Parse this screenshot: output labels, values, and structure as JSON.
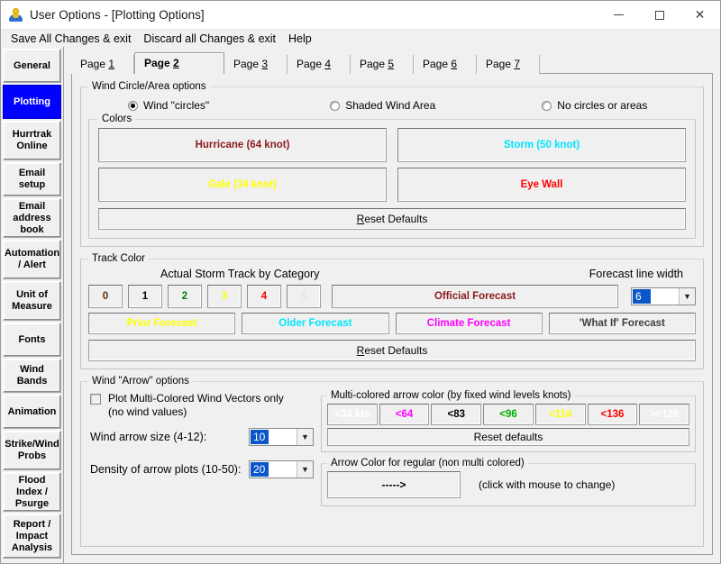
{
  "window": {
    "title": "User Options - [Plotting Options]",
    "icon": "app-icon",
    "minimize": "—",
    "maximize": "☐",
    "close": "✕"
  },
  "menu": {
    "items": [
      {
        "label": "Save All Changes & exit"
      },
      {
        "label": "Discard all Changes & exit"
      },
      {
        "label": "Help"
      }
    ]
  },
  "sidebar": {
    "items": [
      {
        "label": "General",
        "selected": false
      },
      {
        "label": "Plotting",
        "selected": true
      },
      {
        "label": "Hurrtrak Online",
        "selected": false
      },
      {
        "label": "Email setup",
        "selected": false
      },
      {
        "label": "Email address book",
        "selected": false
      },
      {
        "label": "Automation / Alert",
        "selected": false
      },
      {
        "label": "Unit of Measure",
        "selected": false
      },
      {
        "label": "Fonts",
        "selected": false
      },
      {
        "label": "Wind Bands",
        "selected": false
      },
      {
        "label": "Animation",
        "selected": false
      },
      {
        "label": "Strike/Wind Probs",
        "selected": false
      },
      {
        "label": "Flood Index / Psurge",
        "selected": false
      },
      {
        "label": "Report / Impact Analysis",
        "selected": false
      }
    ]
  },
  "tabs": {
    "items": [
      {
        "prefix": "Page ",
        "accel": "1",
        "active": false
      },
      {
        "prefix": "Page ",
        "accel": "2",
        "active": true
      },
      {
        "prefix": "Page ",
        "accel": "3",
        "active": false
      },
      {
        "prefix": "Page ",
        "accel": "4",
        "active": false
      },
      {
        "prefix": "Page ",
        "accel": "5",
        "active": false
      },
      {
        "prefix": "Page ",
        "accel": "6",
        "active": false
      },
      {
        "prefix": "Page ",
        "accel": "7",
        "active": false
      }
    ]
  },
  "wind_circle": {
    "legend": "Wind Circle/Area options",
    "options": [
      {
        "label": "Wind \"circles\"",
        "selected": true
      },
      {
        "label": "Shaded Wind Area",
        "selected": false
      },
      {
        "label": "No circles or areas",
        "selected": false
      }
    ],
    "colors": {
      "legend": "Colors",
      "buttons": [
        {
          "label": "Hurricane (64 knot)",
          "color": "#8b1a1a"
        },
        {
          "label": "Storm (50 knot)",
          "color": "#00e5ff"
        },
        {
          "label": "Gale (34 knot)",
          "color": "#ffff00"
        },
        {
          "label": "Eye Wall",
          "color": "#ff0000"
        }
      ],
      "reset_label": "Reset Defaults",
      "reset_accel": "R"
    }
  },
  "track_color": {
    "legend": "Track Color",
    "category_heading": "Actual Storm Track by Category",
    "categories": [
      {
        "label": "0",
        "color": "#5a2d0c"
      },
      {
        "label": "1",
        "color": "#000000"
      },
      {
        "label": "2",
        "color": "#008000"
      },
      {
        "label": "3",
        "color": "#ffff00"
      },
      {
        "label": "4",
        "color": "#ff0000"
      },
      {
        "label": "5",
        "color": "#e6e6e6"
      }
    ],
    "official_forecast": {
      "label": "Official Forecast",
      "color": "#8b1a1a"
    },
    "line_width": {
      "label": "Forecast line width",
      "value": "6"
    },
    "forecasts": [
      {
        "label": "Prior Forecast",
        "color": "#ffff00"
      },
      {
        "label": "Older Forecast",
        "color": "#00e5ff"
      },
      {
        "label": "Climate Forecast",
        "color": "#ff00ff"
      },
      {
        "label": "'What If' Forecast",
        "color": "#404040"
      }
    ],
    "reset_label": "Reset Defaults",
    "reset_accel": "R"
  },
  "wind_arrow": {
    "legend": "Wind \"Arrow\" options",
    "checkbox": {
      "line1": "Plot Multi-Colored Wind Vectors only",
      "line2": "(no wind values)",
      "checked": false
    },
    "arrow_size": {
      "label": "Wind arrow size (4-12):",
      "value": "10"
    },
    "density": {
      "label": "Density of arrow plots (10-50):",
      "value": "20"
    },
    "multi_color": {
      "legend": "Multi-colored arrow color (by fixed wind levels knots)",
      "buttons": [
        {
          "label": "<34 kts",
          "color": "#ffffff"
        },
        {
          "label": "<64",
          "color": "#ff00ff"
        },
        {
          "label": "<83",
          "color": "#000000"
        },
        {
          "label": "<96",
          "color": "#00b000"
        },
        {
          "label": "<114",
          "color": "#ffff00"
        },
        {
          "label": "<136",
          "color": "#ff0000"
        },
        {
          "label": ">=136",
          "color": "#ffffff"
        }
      ],
      "reset_label": "Reset defaults"
    },
    "regular_color": {
      "legend": "Arrow Color for regular (non multi colored)",
      "arrow_label": "----->",
      "hint": "(click with mouse to change)"
    }
  }
}
